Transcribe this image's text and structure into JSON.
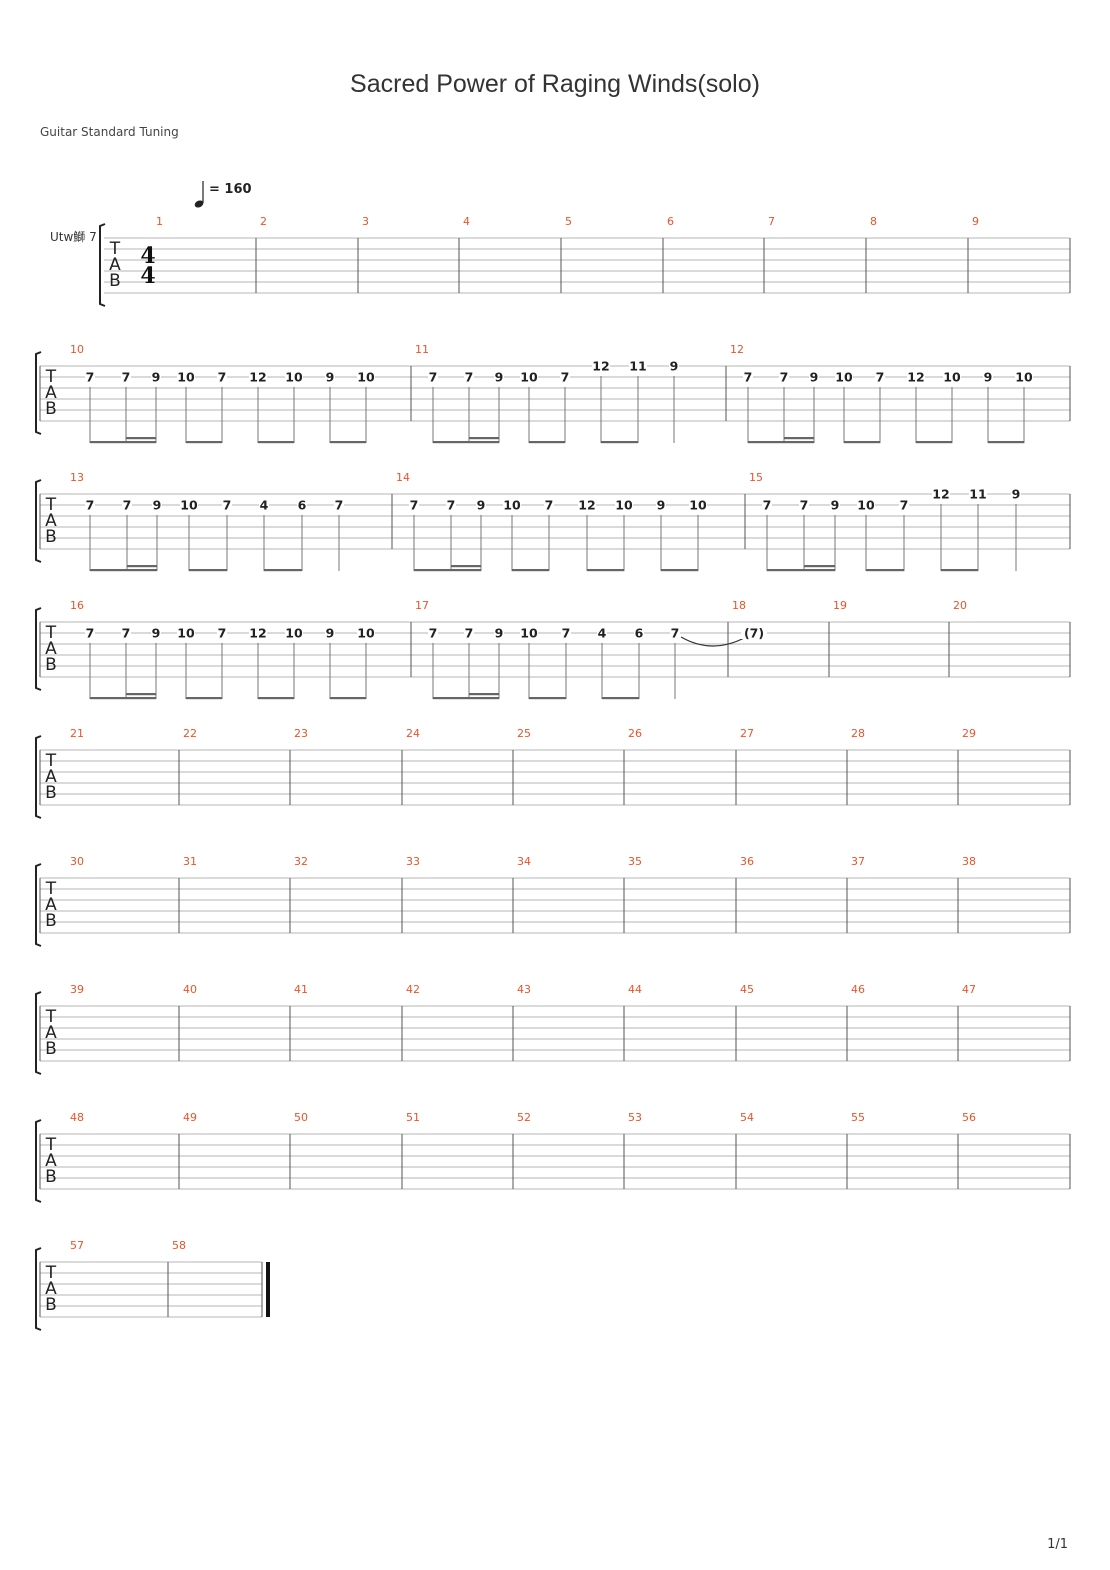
{
  "title": "Sacred Power of Raging Winds(solo)",
  "tuning": "Guitar Standard Tuning",
  "track_name": "Utw鰤 7",
  "tempo": {
    "bpm": "= 160",
    "note": "quarter-note-icon"
  },
  "time_signature": {
    "top": "4",
    "bottom": "4"
  },
  "tab_letters": [
    "T",
    "A",
    "B"
  ],
  "page_number": "1/1",
  "measure_number_color": "#e8542a",
  "systems": [
    {
      "measures": [
        {
          "n": "1",
          "first": true
        },
        {
          "n": "2"
        },
        {
          "n": "3"
        },
        {
          "n": "4"
        },
        {
          "n": "5"
        },
        {
          "n": "6"
        },
        {
          "n": "7"
        },
        {
          "n": "8"
        },
        {
          "n": "9"
        }
      ]
    },
    {
      "measures": [
        {
          "n": "10",
          "notes": [
            {
              "f": "7",
              "s": 1
            },
            {
              "f": "7",
              "s": 1
            },
            {
              "f": "9",
              "s": 1
            },
            {
              "f": "10",
              "s": 1
            },
            {
              "f": "7",
              "s": 1
            },
            {
              "f": "12",
              "s": 1
            },
            {
              "f": "10",
              "s": 1
            },
            {
              "f": "9",
              "s": 1
            },
            {
              "f": "10",
              "s": 1
            }
          ],
          "beams": [
            [
              0,
              2,
              2
            ],
            [
              3,
              4,
              1
            ],
            [
              5,
              6,
              1
            ],
            [
              7,
              8,
              1
            ]
          ]
        },
        {
          "n": "11",
          "notes": [
            {
              "f": "7",
              "s": 1
            },
            {
              "f": "7",
              "s": 1
            },
            {
              "f": "9",
              "s": 1
            },
            {
              "f": "10",
              "s": 1
            },
            {
              "f": "7",
              "s": 1
            },
            {
              "f": "12",
              "s": 0
            },
            {
              "f": "11",
              "s": 0
            },
            {
              "f": "9",
              "s": 0
            }
          ],
          "beams": [
            [
              0,
              2,
              2
            ],
            [
              3,
              4,
              1
            ],
            [
              5,
              6,
              1
            ]
          ]
        },
        {
          "n": "12",
          "notes": [
            {
              "f": "7",
              "s": 1
            },
            {
              "f": "7",
              "s": 1
            },
            {
              "f": "9",
              "s": 1
            },
            {
              "f": "10",
              "s": 1
            },
            {
              "f": "7",
              "s": 1
            },
            {
              "f": "12",
              "s": 1
            },
            {
              "f": "10",
              "s": 1
            },
            {
              "f": "9",
              "s": 1
            },
            {
              "f": "10",
              "s": 1
            }
          ],
          "beams": [
            [
              0,
              2,
              2
            ],
            [
              3,
              4,
              1
            ],
            [
              5,
              6,
              1
            ],
            [
              7,
              8,
              1
            ]
          ]
        }
      ]
    },
    {
      "measures": [
        {
          "n": "13",
          "notes": [
            {
              "f": "7",
              "s": 1
            },
            {
              "f": "7",
              "s": 1
            },
            {
              "f": "9",
              "s": 1
            },
            {
              "f": "10",
              "s": 1
            },
            {
              "f": "7",
              "s": 1
            },
            {
              "f": "4",
              "s": 1
            },
            {
              "f": "6",
              "s": 1
            },
            {
              "f": "7",
              "s": 1
            }
          ],
          "beams": [
            [
              0,
              2,
              2
            ],
            [
              3,
              4,
              1
            ],
            [
              5,
              6,
              1
            ]
          ]
        },
        {
          "n": "14",
          "notes": [
            {
              "f": "7",
              "s": 1
            },
            {
              "f": "7",
              "s": 1
            },
            {
              "f": "9",
              "s": 1
            },
            {
              "f": "10",
              "s": 1
            },
            {
              "f": "7",
              "s": 1
            },
            {
              "f": "12",
              "s": 1
            },
            {
              "f": "10",
              "s": 1
            },
            {
              "f": "9",
              "s": 1
            },
            {
              "f": "10",
              "s": 1
            }
          ],
          "beams": [
            [
              0,
              2,
              2
            ],
            [
              3,
              4,
              1
            ],
            [
              5,
              6,
              1
            ],
            [
              7,
              8,
              1
            ]
          ]
        },
        {
          "n": "15",
          "notes": [
            {
              "f": "7",
              "s": 1
            },
            {
              "f": "7",
              "s": 1
            },
            {
              "f": "9",
              "s": 1
            },
            {
              "f": "10",
              "s": 1
            },
            {
              "f": "7",
              "s": 1
            },
            {
              "f": "12",
              "s": 0
            },
            {
              "f": "11",
              "s": 0
            },
            {
              "f": "9",
              "s": 0
            }
          ],
          "beams": [
            [
              0,
              2,
              2
            ],
            [
              3,
              4,
              1
            ],
            [
              5,
              6,
              1
            ]
          ]
        }
      ]
    },
    {
      "measures": [
        {
          "n": "16",
          "notes": [
            {
              "f": "7",
              "s": 1
            },
            {
              "f": "7",
              "s": 1
            },
            {
              "f": "9",
              "s": 1
            },
            {
              "f": "10",
              "s": 1
            },
            {
              "f": "7",
              "s": 1
            },
            {
              "f": "12",
              "s": 1
            },
            {
              "f": "10",
              "s": 1
            },
            {
              "f": "9",
              "s": 1
            },
            {
              "f": "10",
              "s": 1
            }
          ],
          "beams": [
            [
              0,
              2,
              2
            ],
            [
              3,
              4,
              1
            ],
            [
              5,
              6,
              1
            ],
            [
              7,
              8,
              1
            ]
          ]
        },
        {
          "n": "17",
          "notes": [
            {
              "f": "7",
              "s": 1
            },
            {
              "f": "7",
              "s": 1
            },
            {
              "f": "9",
              "s": 1
            },
            {
              "f": "10",
              "s": 1
            },
            {
              "f": "7",
              "s": 1
            },
            {
              "f": "4",
              "s": 1
            },
            {
              "f": "6",
              "s": 1
            },
            {
              "f": "7",
              "s": 1,
              "tie": true
            }
          ],
          "beams": [
            [
              0,
              2,
              2
            ],
            [
              3,
              4,
              1
            ],
            [
              5,
              6,
              1
            ]
          ]
        },
        {
          "n": "18",
          "notes": [
            {
              "f": "(7)",
              "s": 1,
              "tied": true
            }
          ],
          "beams": []
        },
        {
          "n": "19"
        },
        {
          "n": "20"
        }
      ]
    },
    {
      "measures": [
        {
          "n": "21"
        },
        {
          "n": "22"
        },
        {
          "n": "23"
        },
        {
          "n": "24"
        },
        {
          "n": "25"
        },
        {
          "n": "26"
        },
        {
          "n": "27"
        },
        {
          "n": "28"
        },
        {
          "n": "29"
        }
      ]
    },
    {
      "measures": [
        {
          "n": "30"
        },
        {
          "n": "31"
        },
        {
          "n": "32"
        },
        {
          "n": "33"
        },
        {
          "n": "34"
        },
        {
          "n": "35"
        },
        {
          "n": "36"
        },
        {
          "n": "37"
        },
        {
          "n": "38"
        }
      ]
    },
    {
      "measures": [
        {
          "n": "39"
        },
        {
          "n": "40"
        },
        {
          "n": "41"
        },
        {
          "n": "42"
        },
        {
          "n": "43"
        },
        {
          "n": "44"
        },
        {
          "n": "45"
        },
        {
          "n": "46"
        },
        {
          "n": "47"
        }
      ]
    },
    {
      "measures": [
        {
          "n": "48"
        },
        {
          "n": "49"
        },
        {
          "n": "50"
        },
        {
          "n": "51"
        },
        {
          "n": "52"
        },
        {
          "n": "53"
        },
        {
          "n": "54"
        },
        {
          "n": "55"
        },
        {
          "n": "56"
        }
      ]
    },
    {
      "measures": [
        {
          "n": "57"
        },
        {
          "n": "58",
          "final": true
        }
      ]
    }
  ]
}
